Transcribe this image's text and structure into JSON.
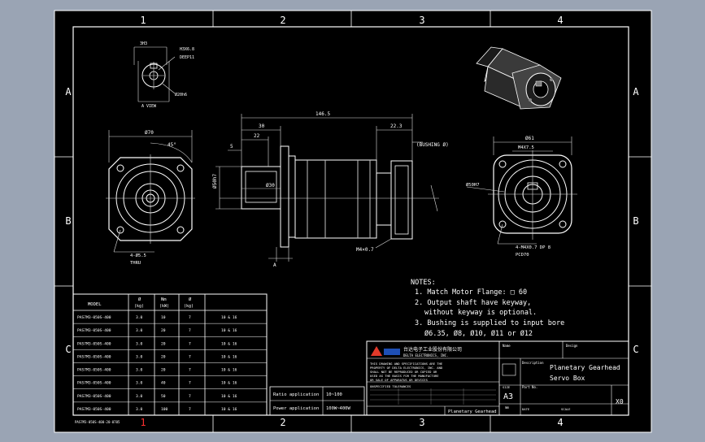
{
  "zones": {
    "top": [
      "1",
      "2",
      "3",
      "4"
    ],
    "bottom": [
      "1",
      "2",
      "3",
      "4"
    ],
    "left": [
      "A",
      "B",
      "C"
    ],
    "right": [
      "A",
      "B",
      "C"
    ]
  },
  "colors": {
    "viewport_bg": "#9aa4b4",
    "sheet_bg": "#000000",
    "lines": "#ffffff",
    "zone_mark_bottom_1": "#ff3030",
    "logo_red": "#e23a2a"
  },
  "views": {
    "keyway_detail": {
      "dim_top": "3H3",
      "dim_hole_line1": "H3X6.8",
      "dim_hole_line2": "DEEP11",
      "dim_dia": "Ø20h6",
      "caption": "A VIEW"
    },
    "front_left": {
      "dim_width": "Ø70",
      "dim_angle": "45°",
      "holes_line1": "4-Ø5.5",
      "holes_line2": "THRU"
    },
    "side": {
      "dim_overall": "146.5",
      "dim_flange": "30",
      "dim_a": "22",
      "dim_b": "5",
      "dim_c": "22.3",
      "dim_pilot": "Ø50h7",
      "dim_out": "Ø30",
      "thread": "M4×0.7",
      "key_label": "A",
      "bushing": "(BUSHING Ø)"
    },
    "motor_side": {
      "dim_bolt_circle": "Ø61",
      "dim_square": "M4X7.5",
      "dim_dia": "Ø50H7",
      "holes_line1": "4-M4X0.7 DP 8",
      "holes_line2": "PCD70"
    }
  },
  "notes": {
    "title": "NOTES:",
    "n1": "1. Match Motor Flange: □ 60",
    "n2": "2. Output shaft have keyway,",
    "n2b": "without keyway is optional.",
    "n3": "3. Bushing is supplied to input bore",
    "n3b": "Ø6.35, Ø8, Ø10, Ø11 or Ø12"
  },
  "model_table": {
    "headers_line1": [
      "",
      "Ø",
      "Nm",
      "Ø",
      ""
    ],
    "headers_line2": [
      "MODEL",
      "(kg)",
      "(kW)",
      "(kg)",
      ""
    ],
    "rows": [
      [
        "PAS7M3-050S-400",
        "3.0",
        "10",
        "7",
        "10 & 16"
      ],
      [
        "PAS7M3-050S-400",
        "3.0",
        "20",
        "7",
        "10 & 16"
      ],
      [
        "PAS7M3-050S-400",
        "3.0",
        "20",
        "7",
        "10 & 16"
      ],
      [
        "PAS7M3-050S-400",
        "3.0",
        "20",
        "7",
        "10 & 16"
      ],
      [
        "PAS7M3-050S-400",
        "3.0",
        "20",
        "7",
        "10 & 16"
      ],
      [
        "PAS7M3-050S-400",
        "3.0",
        "40",
        "7",
        "10 & 16"
      ],
      [
        "PAS7M3-050S-400",
        "3.0",
        "50",
        "7",
        "10 & 16"
      ],
      [
        "PAS7M3-050S-400",
        "3.0",
        "100",
        "7",
        "10 & 16"
      ]
    ]
  },
  "ratio_box": {
    "ratio_label": "Ratio application",
    "ratio_value": "10~100",
    "power_label": "Power application",
    "power_value": "100W~400W"
  },
  "title_block": {
    "company": "台达电子工业股份有限公司",
    "company_sub": "DELTA ELECTRONICS, INC.",
    "disclaimer": [
      "THIS DRAWING AND SPECIFICATIONS ARE THE",
      "PROPERTY OF DELTA ELECTRONICS, INC. AND",
      "SHALL NOT BE REPRODUCED OR COPIED OR",
      "USED AS THE BASIS FOR THE MANUFACTURE",
      "OR SALE OF APPARATUS OR DEVICES"
    ],
    "tolerance_title": "UNSPECIFIED TOLERANCES",
    "name_label": "Name",
    "design_label": "Design",
    "description_label": "Description",
    "description_line1": "Planetary Gearhead",
    "description_line2": "Servo Box",
    "size_label": "SIZE",
    "size_value": "A3",
    "unit_value": "mm",
    "part_no_label": "Part No.",
    "rev_value": "X0",
    "material_value": "Planetary Gearhead",
    "date_label": "DATE",
    "scale_label": "SCALE"
  },
  "footer": {
    "file_ref": "PAS7M3-050S-400-20-0705"
  }
}
